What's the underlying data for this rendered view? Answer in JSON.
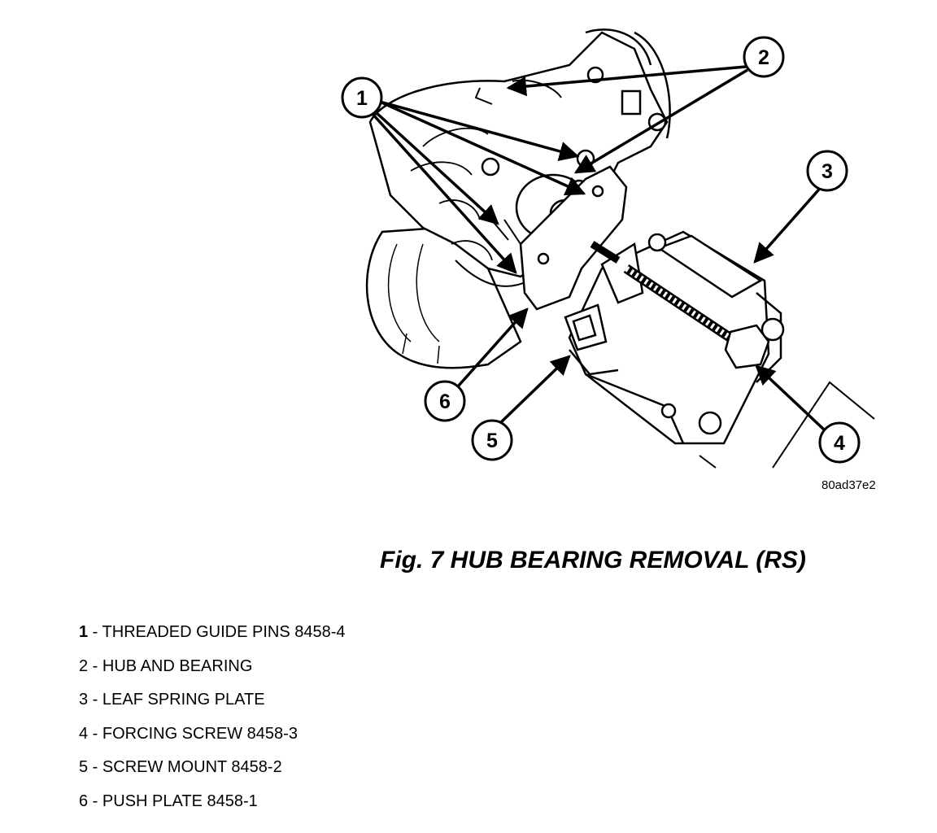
{
  "figure": {
    "title": "Fig. 7 HUB BEARING REMOVAL (RS)",
    "image_code": "80ad37e2"
  },
  "callouts": [
    "1",
    "2",
    "3",
    "4",
    "5",
    "6"
  ],
  "legend": [
    {
      "num": "1",
      "sep": " - ",
      "text": "THREADED GUIDE PINS 8458-4"
    },
    {
      "num": "2",
      "sep": " - ",
      "text": "HUB AND BEARING"
    },
    {
      "num": "3",
      "sep": " - ",
      "text": "LEAF SPRING PLATE"
    },
    {
      "num": "4",
      "sep": " - ",
      "text": "FORCING SCREW 8458-3"
    },
    {
      "num": "5",
      "sep": " - ",
      "text": "SCREW MOUNT 8458-2"
    },
    {
      "num": "6",
      "sep": " - ",
      "text": "PUSH PLATE 8458-1"
    }
  ]
}
